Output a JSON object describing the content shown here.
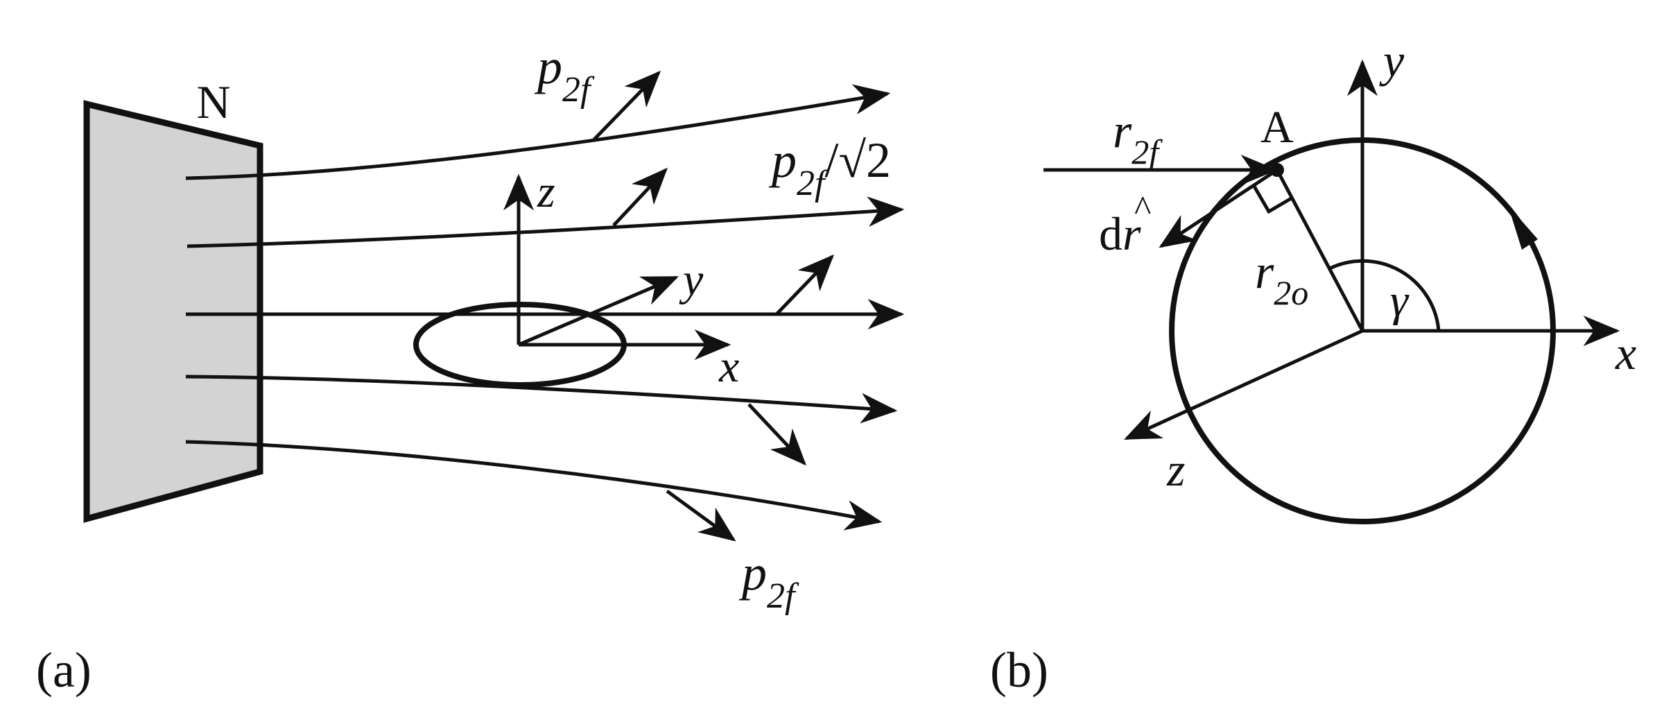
{
  "panel_a": {
    "caption": "(a)",
    "pole_label": "N",
    "axes": {
      "x": "x",
      "y": "y",
      "z": "z"
    },
    "vector_labels": {
      "top": {
        "base": "p",
        "sub": "2f"
      },
      "mid": {
        "base": "p",
        "sub": "2f",
        "suffix": "/√2"
      },
      "bottom": {
        "base": "p",
        "sub": "2f"
      }
    }
  },
  "panel_b": {
    "caption": "(b)",
    "point_label": "A",
    "axes": {
      "x": "x",
      "y": "y",
      "z": "z"
    },
    "angle_label": "γ",
    "r2f": {
      "base": "r",
      "sub": "2f"
    },
    "r2o": {
      "base": "r",
      "sub": "2o"
    },
    "dr_label": {
      "prefix": "d",
      "var": "r",
      "hat": "^"
    }
  },
  "colors": {
    "stroke": "#111111",
    "pole_fill": "#d3d3d3"
  }
}
